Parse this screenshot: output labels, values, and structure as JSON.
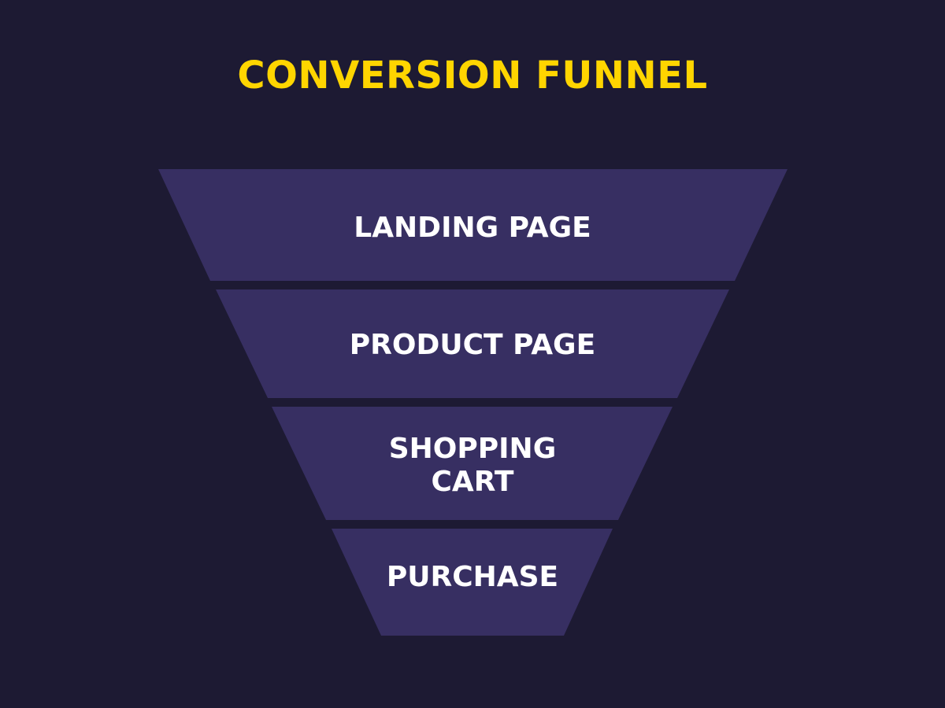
{
  "title": "CONVERSION FUNNEL",
  "colors": {
    "background": "#1d1a33",
    "title": "#ffd500",
    "stage_fill": "#372f62",
    "label": "#ffffff"
  },
  "stages": [
    {
      "lines": [
        "LANDING PAGE"
      ]
    },
    {
      "lines": [
        "PRODUCT PAGE"
      ]
    },
    {
      "lines": [
        "SHOPPING",
        "CART"
      ]
    },
    {
      "lines": [
        "PURCHASE"
      ]
    }
  ]
}
